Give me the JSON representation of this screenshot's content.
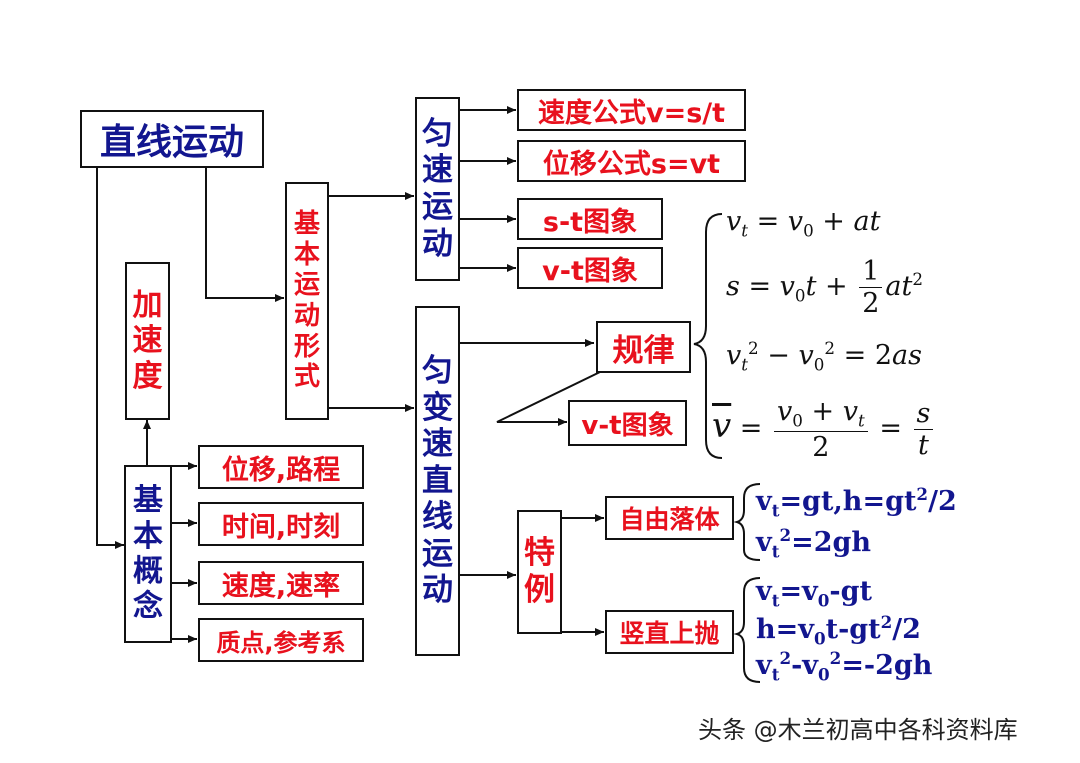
{
  "root": "直线运动",
  "concept_group": {
    "title": "基本概念",
    "items": [
      "位移,路程",
      "时间,时刻",
      "速度,速率",
      "质点,参考系"
    ]
  },
  "acceleration": "加速度",
  "motion_forms": "基本运动形式",
  "uniform": {
    "title": "匀速运动",
    "items": [
      "速度公式v=s/t",
      "位移公式s=vt",
      "s-t图象",
      "v-t图象"
    ]
  },
  "accelerated": {
    "title": "匀变速直线运动",
    "laws_label": "规律",
    "graph_label": "v-t图象",
    "special_label": "特例",
    "free_fall": "自由落体",
    "vertical_throw": "竖直上抛"
  },
  "colors": {
    "red": "#e8111d",
    "blue": "#12168f",
    "line": "#111111"
  },
  "watermark": "头条 @木兰初高中各科资料库"
}
